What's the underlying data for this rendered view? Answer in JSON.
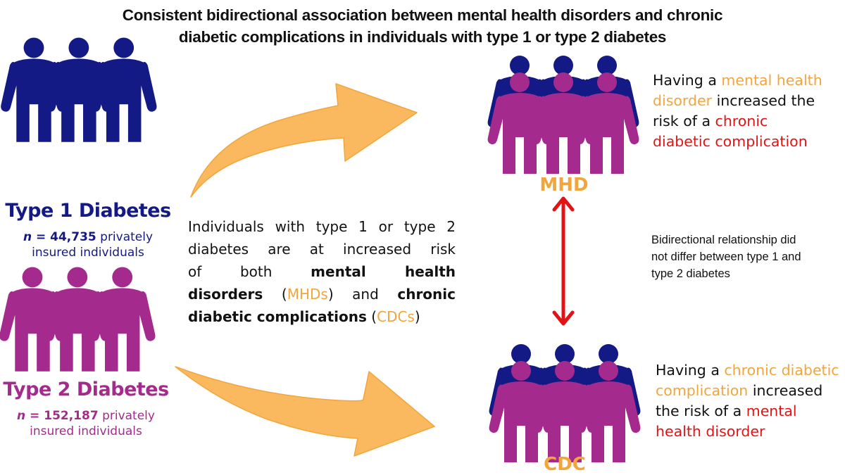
{
  "title": {
    "line1": "Consistent bidirectional association between mental health disorders and chronic",
    "line2": "diabetic complications in individuals with type 1 or type 2 diabetes"
  },
  "colors": {
    "type1": "#141A85",
    "type2": "#A52A8E",
    "accent_orange": "#F2A53C",
    "arrow_orange": "#FBB95F",
    "red": "#E01414"
  },
  "groups": [
    {
      "label": "Type 1 Diabetes",
      "n_prefix": "n",
      "n_equals": " = ",
      "n_value": "44,735",
      "n_suffix": " privately",
      "line2": "insured individuals",
      "icon": "three-people-icon"
    },
    {
      "label": "Type 2 Diabetes",
      "n_prefix": "n",
      "n_equals": " = ",
      "n_value": "152,187",
      "n_suffix": " privately",
      "line2": "insured individuals",
      "icon": "three-people-icon"
    }
  ],
  "center": {
    "line1": "Individuals with type 1 or type 2",
    "line2": "diabetes are at increased risk",
    "line3_a": "of both",
    "line3_b": "mental health",
    "line4_a": "disorders",
    "line4_b": "(",
    "line4_c": "MHDs",
    "line4_d": ") and",
    "line4_e": "chronic",
    "line5_a": "diabetic complications",
    "line5_b": " (",
    "line5_c": "CDCs",
    "line5_d": ")"
  },
  "outcomes": {
    "mhd": {
      "label": "MHD",
      "finding_prefix": "Having a ",
      "finding_exposure": "mental health disorder",
      "finding_mid": " increased the risk of a ",
      "finding_outcome": "chronic diabetic complication",
      "line1_a": "Having a ",
      "line1_b": "mental health",
      "line2_a": "disorder",
      "line2_b": " increased the",
      "line3_a": "risk of a ",
      "line3_b": "chronic",
      "line4_a": "diabetic complication"
    },
    "cdc": {
      "label": "CDC",
      "line1_a": "Having a ",
      "line1_b": "chronic diabetic",
      "line2_a": "complication",
      "line2_b": " increased",
      "line3_a": "the risk of a ",
      "line3_b": "mental",
      "line4_a": "health disorder"
    }
  },
  "bidirectional": {
    "line1": "Bidirectional relationship did",
    "line2": "not differ between type 1 and",
    "line3": "type 2 diabetes"
  }
}
